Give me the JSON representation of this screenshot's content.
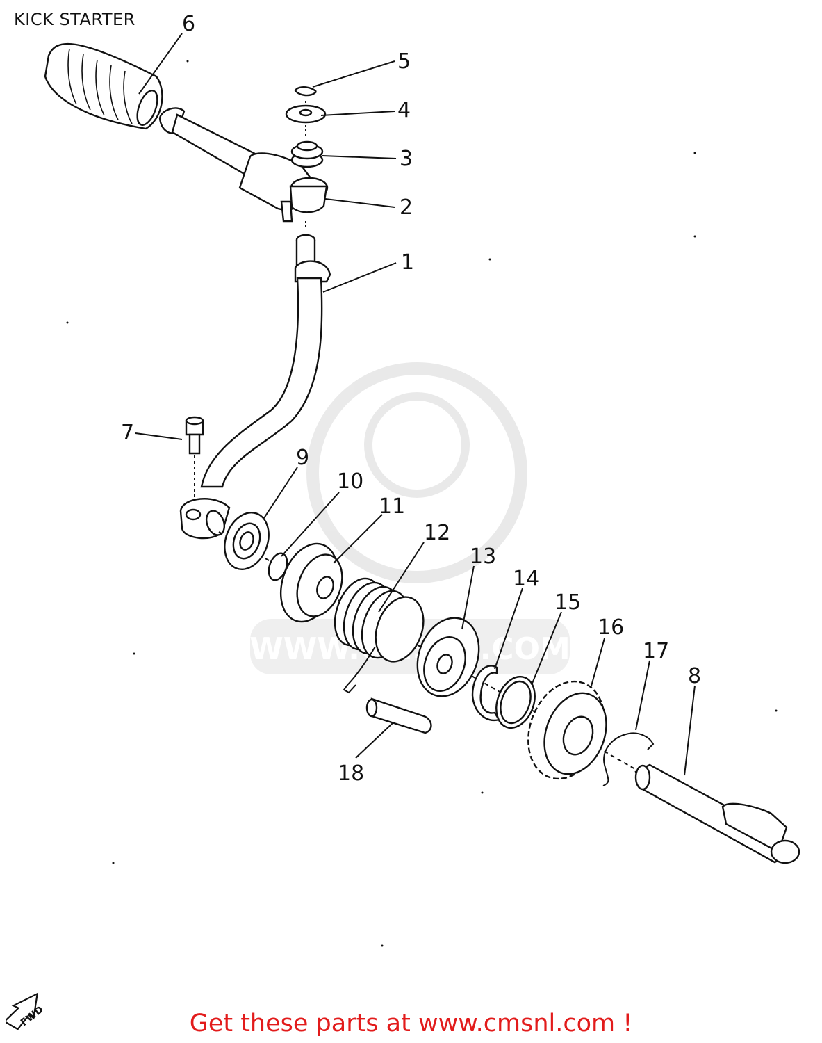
{
  "diagram": {
    "title": "KICK STARTER",
    "footer": "Get these parts at www.cmsnl.com !",
    "watermark": "WWW.CMSNL.COM",
    "direction_marker": "FWD",
    "callouts": [
      "1",
      "2",
      "3",
      "4",
      "5",
      "6",
      "7",
      "8",
      "9",
      "10",
      "11",
      "12",
      "13",
      "14",
      "15",
      "16",
      "17",
      "18"
    ]
  },
  "colors": {
    "footer_text": "#e21b1b",
    "line": "#111111",
    "watermark": "#cccccc"
  }
}
